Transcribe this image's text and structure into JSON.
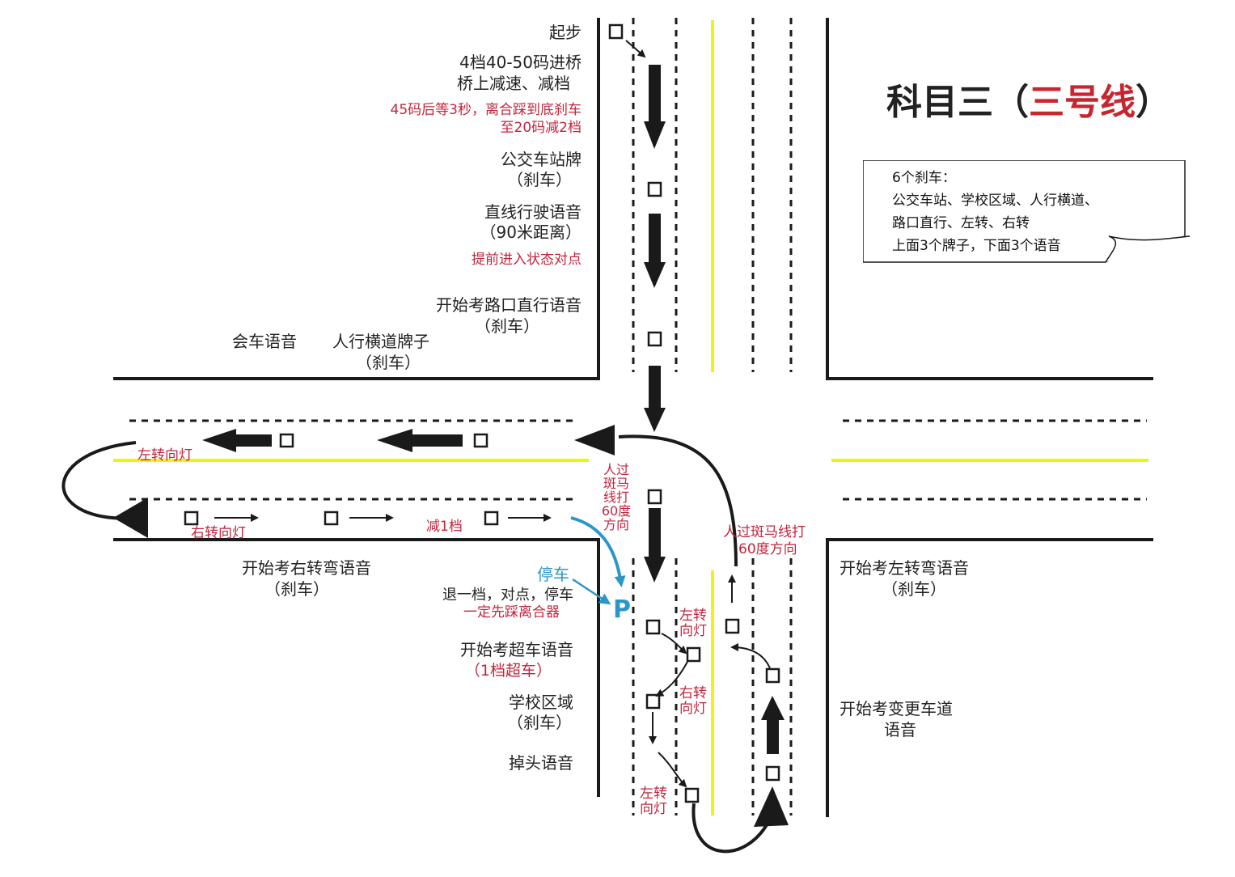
{
  "diagram": {
    "title_main": "科目三（",
    "title_highlight": "三号线",
    "title_end": "）",
    "note": {
      "line1": "6个刹车：",
      "line2": "公交车站、学校区域、人行横道、",
      "line3": "路口直行、左转、右转",
      "line4": "上面3个牌子，下面3个语音"
    },
    "labels": {
      "start": "起步",
      "gear4_line1": "4档40-50码进桥",
      "gear4_line2": "桥上减速、减档",
      "tip45_line1": "45码后等3秒，离合踩到底刹车",
      "tip45_line2": "至20码减2档",
      "bus_stop": "公交车站牌",
      "brake": "（刹车）",
      "straight_voice": "直线行驶语音",
      "dist_90": "（90米距离）",
      "prepare": "提前进入状态对点",
      "intersection_straight": "开始考路口直行语音",
      "meeting_voice": "会车语音",
      "crosswalk_sign": "人行横道牌子",
      "left_signal": "左转向灯",
      "right_signal": "右转向灯",
      "reduce_gear1": "减1档",
      "crosswalk_vertical": "人过斑马线打60度方向",
      "crosswalk_60": "人过斑马线打",
      "deg60": "60度方向",
      "right_turn_voice": "开始考右转弯语音",
      "left_turn_voice": "开始考左转弯语音",
      "park": "停车",
      "back_gear_line1": "退一档，对点，停车",
      "back_gear_line2": "一定先踩离合器",
      "p_mark": "P",
      "overtake_voice": "开始考超车语音",
      "overtake_gear": "（1档超车）",
      "school_zone": "学校区域",
      "uturn_voice": "掉头语音",
      "lane_change_line1": "开始考变更车道",
      "lane_change_line2": "语音",
      "turn_left_1": "左转向灯",
      "turn_right_1": "右转向灯",
      "turn_left_2": "左转向灯"
    },
    "colors": {
      "road": "#1a1a1a",
      "center_line": "#f2f20a",
      "red_text": "#c2253d",
      "blue": "#2b96c8",
      "title_red": "#c8262e"
    }
  }
}
